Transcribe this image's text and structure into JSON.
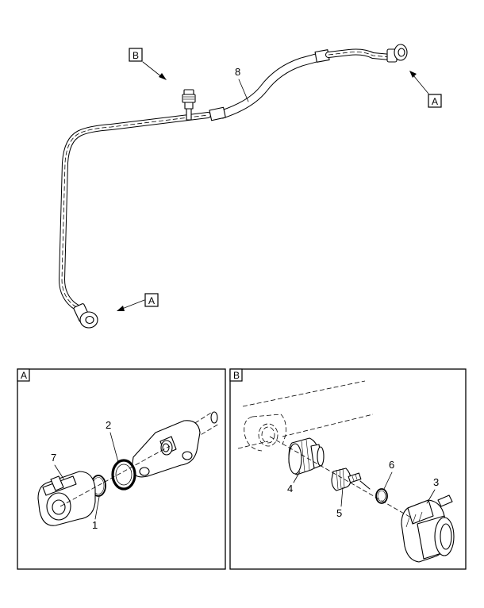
{
  "main_view": {
    "hose_callout": "8",
    "view_tag_b": "B",
    "view_tag_a_top": "A",
    "view_tag_a_bottom": "A"
  },
  "detail_a": {
    "tag": "A",
    "callouts": {
      "p1": "1",
      "p2": "2",
      "p7": "7"
    }
  },
  "detail_b": {
    "tag": "B",
    "callouts": {
      "p3": "3",
      "p4": "4",
      "p5": "5",
      "p6": "6"
    }
  }
}
